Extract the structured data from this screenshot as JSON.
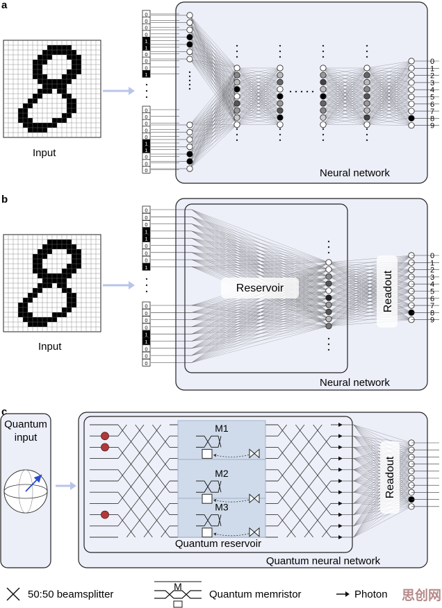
{
  "panels": {
    "a": {
      "letter": "a",
      "input_label": "Input",
      "network_label": "Neural network",
      "bits_top": [
        "0",
        "0",
        "0",
        "0",
        "1",
        "1",
        "0",
        "0",
        "0",
        "1"
      ],
      "bits_bottom": [
        "0",
        "0",
        "0",
        "0",
        "0",
        "1",
        "1",
        "0",
        "0",
        "0"
      ]
    },
    "b": {
      "letter": "b",
      "input_label": "Input",
      "network_label": "Neural network",
      "reservoir_label": "Reservoir",
      "readout_label": "Readout",
      "bits_top": [
        "0",
        "0",
        "0",
        "1",
        "1",
        "0",
        "0",
        "0",
        "1"
      ],
      "bits_bottom": [
        "0",
        "0",
        "0",
        "0",
        "1",
        "1",
        "0",
        "0",
        "0"
      ]
    },
    "c": {
      "letter": "c",
      "quantum_input_label": "Quantum input",
      "memristor_labels": [
        "M1",
        "M2",
        "M3"
      ],
      "reservoir_label": "Quantum reservoir",
      "readout_label": "Readout",
      "network_label": "Quantum neural network"
    }
  },
  "digit_labels": [
    "0",
    "1",
    "2",
    "3",
    "4",
    "5",
    "6",
    "7",
    "8",
    "9"
  ],
  "legend": {
    "beamsplitter": "50:50 beamsplitter",
    "memristor_letter": "M",
    "memristor": "Quantum memristor",
    "photon": "Photon",
    "watermark": "思创网"
  },
  "colors": {
    "panel_bg": "#eceef8",
    "reservoir_bg": "#dce5f0",
    "photon_red": "#b03a3a",
    "arrow_blue": "#2a4ad0"
  }
}
